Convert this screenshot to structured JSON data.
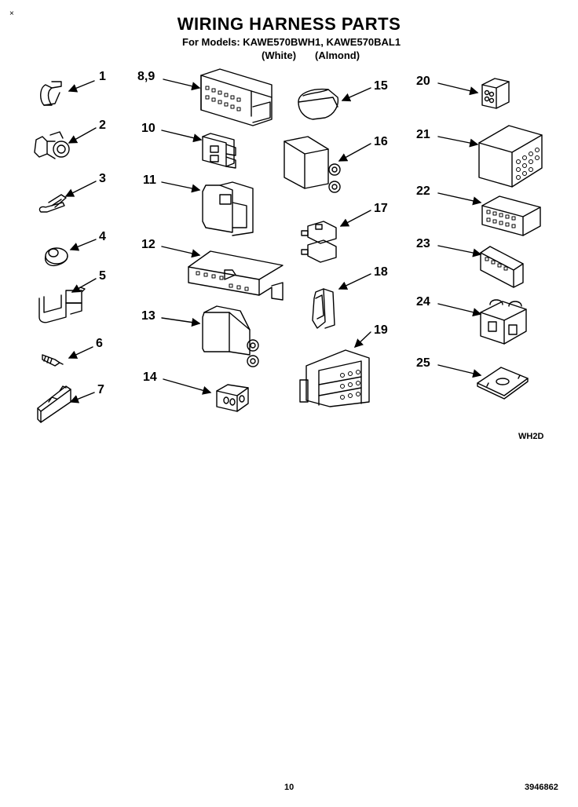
{
  "corner_mark": "×",
  "title": "WIRING HARNESS PARTS",
  "models_line": "For Models: KAWE570BWH1, KAWE570BAL1",
  "model_colors": [
    "(White)",
    "(Almond)"
  ],
  "callouts": [
    "1",
    "2",
    "3",
    "4",
    "5",
    "6",
    "7",
    "8,9",
    "10",
    "11",
    "12",
    "13",
    "14",
    "15",
    "16",
    "17",
    "18",
    "19",
    "20",
    "21",
    "22",
    "23",
    "24",
    "25"
  ],
  "diagram_code": "WH2D",
  "page_number": "10",
  "doc_number": "3946862"
}
